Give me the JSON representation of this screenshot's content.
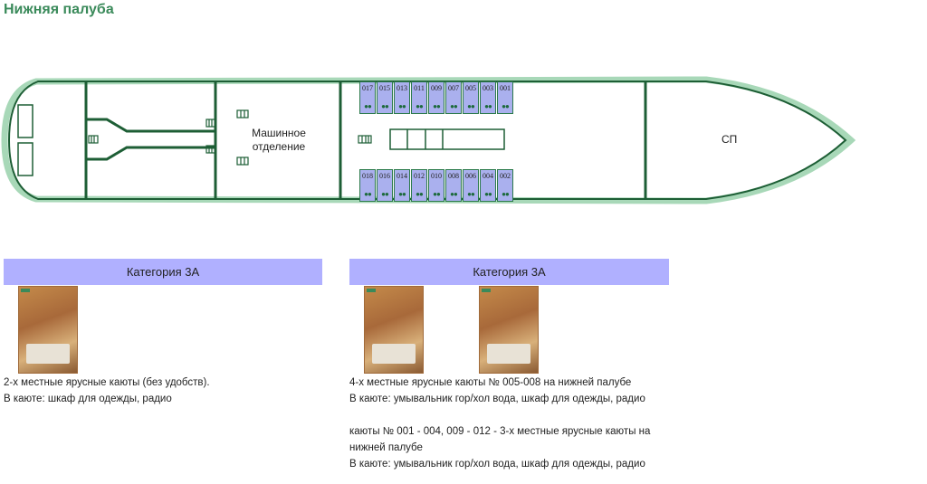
{
  "page": {
    "title": "Нижняя палуба"
  },
  "deck_plan": {
    "engine_room_line1": "Машинное",
    "engine_room_line2": "отделение",
    "bow_label": "СП",
    "top_cabins": [
      "017",
      "015",
      "013",
      "011",
      "009",
      "007",
      "005",
      "003",
      "001"
    ],
    "bottom_cabins": [
      "018",
      "016",
      "014",
      "012",
      "010",
      "008",
      "006",
      "004",
      "002"
    ],
    "colors": {
      "hull": "#1d5e35",
      "hull_outline": "#a8d8b8",
      "cabin": "#aab0ee"
    }
  },
  "categories": [
    {
      "label": "Категория 3А",
      "lines": [
        " 2-х местные ярусные каюты (без удобств).",
        "В каюте: шкаф для одежды, радио"
      ]
    },
    {
      "label": "Категория 3А",
      "lines": [
        "4-х местные ярусные каюты № 005-008 на нижней палубе",
        "В каюте: умывальник гор/хол вода, шкаф для одежды, радио",
        "каюты № 001 - 004, 009 - 012 - 3-х местные ярусные каюты на",
        "нижней палубе",
        "В каюте: умывальник гор/хол вода, шкаф для одежды, радио"
      ]
    }
  ]
}
